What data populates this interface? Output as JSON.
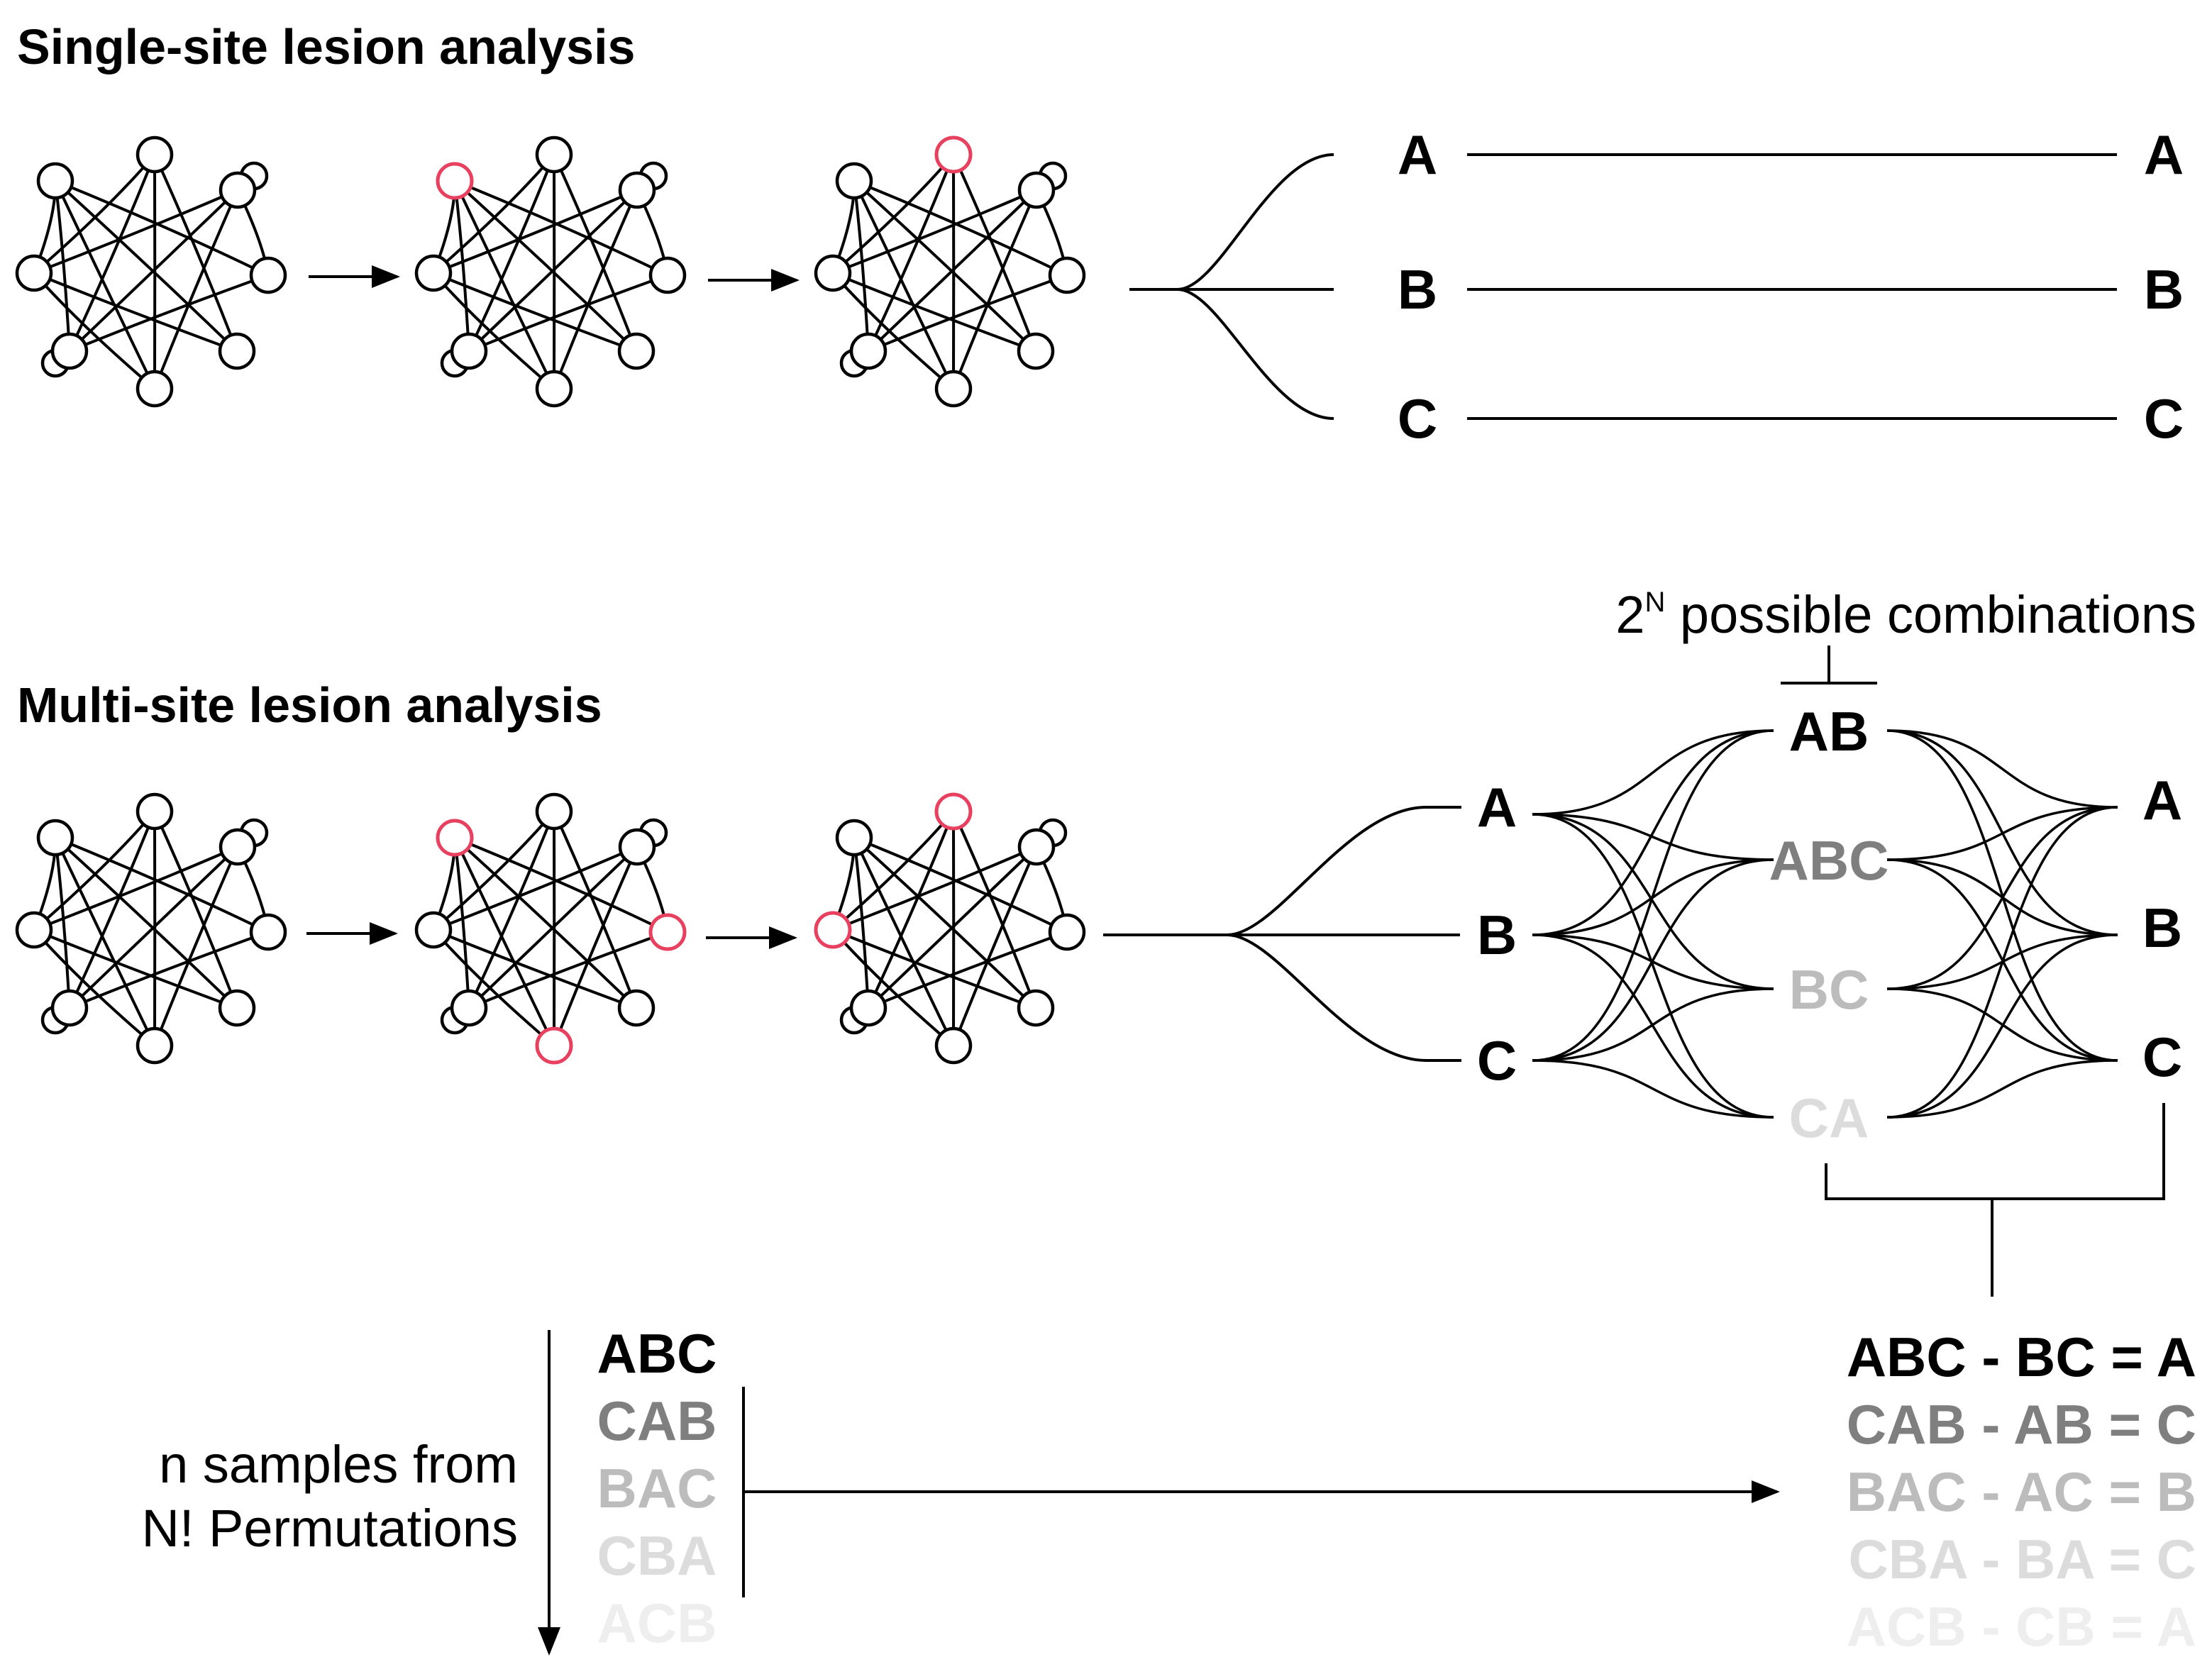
{
  "colors": {
    "ink": "#000000",
    "lesion": "#e8415f",
    "gray1": "#7f7f7f",
    "gray2": "#bcbcbc",
    "gray3": "#dcdcdc",
    "gray4": "#eeeeee"
  },
  "single": {
    "title": "Single-site lesion analysis",
    "branch_labels": [
      "A",
      "B",
      "C"
    ],
    "result_labels": [
      "A",
      "B",
      "C"
    ]
  },
  "multi": {
    "title": "Multi-site lesion analysis",
    "combos_header_base": "2",
    "combos_header_sup": "N",
    "combos_header_rest": " possible combinations",
    "site_labels": [
      "A",
      "B",
      "C"
    ],
    "combinations": [
      "AB",
      "ABC",
      "BC",
      "CA"
    ],
    "outputs": [
      "A",
      "B",
      "C"
    ]
  },
  "permutations": {
    "caption_line1": "n samples from",
    "caption_line2": "N! Permutations",
    "list": [
      "ABC",
      "CAB",
      "BAC",
      "CBA",
      "ACB"
    ]
  },
  "equations": [
    "ABC - BC = A",
    "CAB - AB = C",
    "BAC - AC = B",
    "CBA - BA = C",
    "ACB - CB = A"
  ]
}
